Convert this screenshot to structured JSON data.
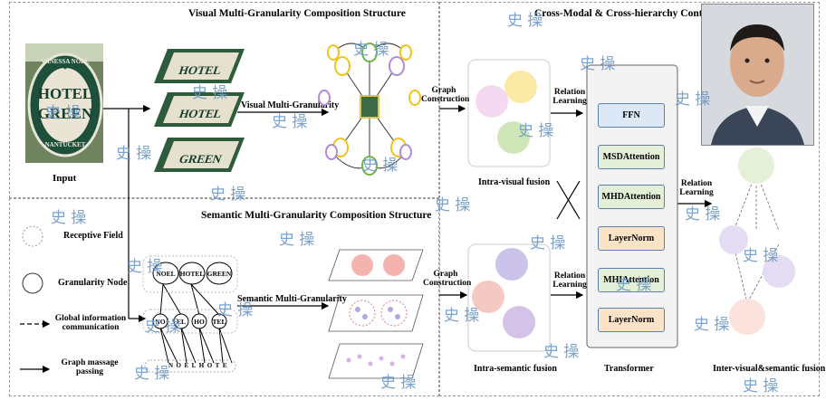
{
  "visual_title": "Visual Multi-Granularity Composition Structure",
  "semantic_title": "Semantic Multi-Granularity Composition Structure",
  "cross_title": "Cross-Modal & Cross-hierarchy Context Lear",
  "sign_text": {
    "line1": "HOTEL",
    "line2": "GREEN",
    "arc_top": "VANESSA NOEL",
    "arc_bottom": "NANTUCKET"
  },
  "input_label": "Input",
  "visual_mg_label": "Visual Multi-Granularity",
  "semantic_mg_label": "Semantic Multi-Granularity",
  "graph_construction_top": "Graph Construction",
  "graph_construction_bottom": "Graph Construction",
  "relation_learning_top": "Relation Learning",
  "relation_learning_bottom": "Relation Learning",
  "relation_learning_right": "Relation Learning",
  "intra_visual": "Intra-visual fusion",
  "intra_semantic": "Intra-semantic fusion",
  "transformer_label": "Transformer",
  "inter_fusion": "Inter-visual&semantic fusion",
  "transformer_blocks": {
    "ffn": "FFN",
    "msd": "MSDAttention",
    "mhd": "MHDAttention",
    "ln1": "LayerNorm",
    "mhi": "MHIAttention",
    "ln2": "LayerNorm"
  },
  "legend": {
    "receptive": "Receptive Field",
    "granularity": "Granularity Node",
    "global": "Global information communication",
    "graph": "Graph massage passing"
  },
  "words": {
    "w1": "NOEL",
    "w2": "HOTEL",
    "w3": "GREEN"
  },
  "bigrams": {
    "b1": "NO",
    "b2": "EL",
    "b3": "HO",
    "b4": "TEL"
  },
  "chars": "NOELHOTE",
  "watermark": "史 操"
}
